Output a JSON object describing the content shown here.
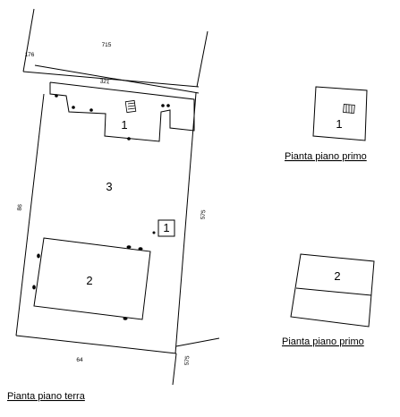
{
  "parcels": {
    "p715": "715",
    "p176": "176",
    "p321": "321",
    "p86": "86",
    "p575a": "575",
    "p575b": "575",
    "p64": "64"
  },
  "ground_plan": {
    "building_1": "1",
    "building_3": "3",
    "building_2": "2",
    "annex_1": "1",
    "caption": "Pianta piano terra"
  },
  "first_floor_1": {
    "label": "1",
    "caption": "Pianta piano primo"
  },
  "first_floor_2": {
    "label": "2",
    "caption": "Pianta piano primo"
  }
}
